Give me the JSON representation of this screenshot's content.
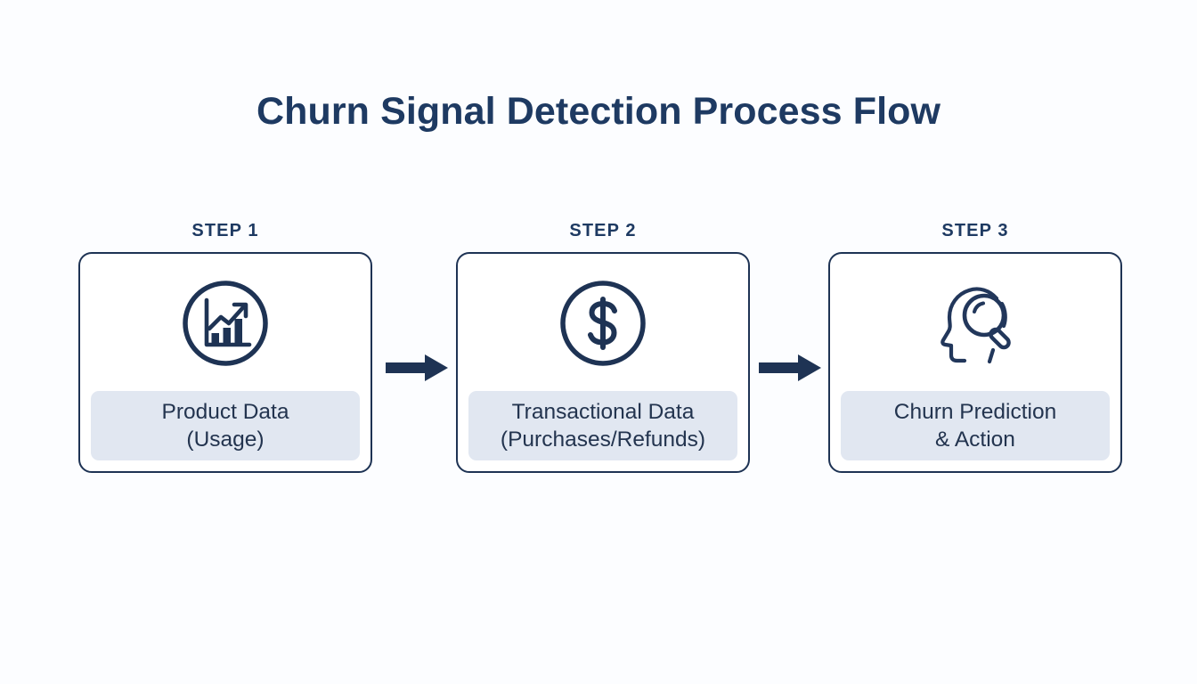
{
  "diagram": {
    "title": "Churn Signal Detection Process Flow",
    "type": "process-flow",
    "background_color": "#fcfdff",
    "accent_color": "#1e3a62",
    "label_box_color": "#e1e7f1",
    "border_color": "#1e3354",
    "steps": [
      {
        "step_label": "STEP 1",
        "icon": "bar-chart-growth-circle-icon",
        "label": "Product Data\n(Usage)"
      },
      {
        "step_label": "STEP 2",
        "icon": "dollar-sign-circle-icon",
        "label": "Transactional Data\n(Purchases/Refunds)"
      },
      {
        "step_label": "STEP 3",
        "icon": "head-magnifier-icon",
        "label": "Churn Prediction\n& Action"
      }
    ],
    "connectors": [
      {
        "name": "arrow-step1-to-step2",
        "direction": "right"
      },
      {
        "name": "arrow-step2-to-step3",
        "direction": "right"
      }
    ]
  }
}
